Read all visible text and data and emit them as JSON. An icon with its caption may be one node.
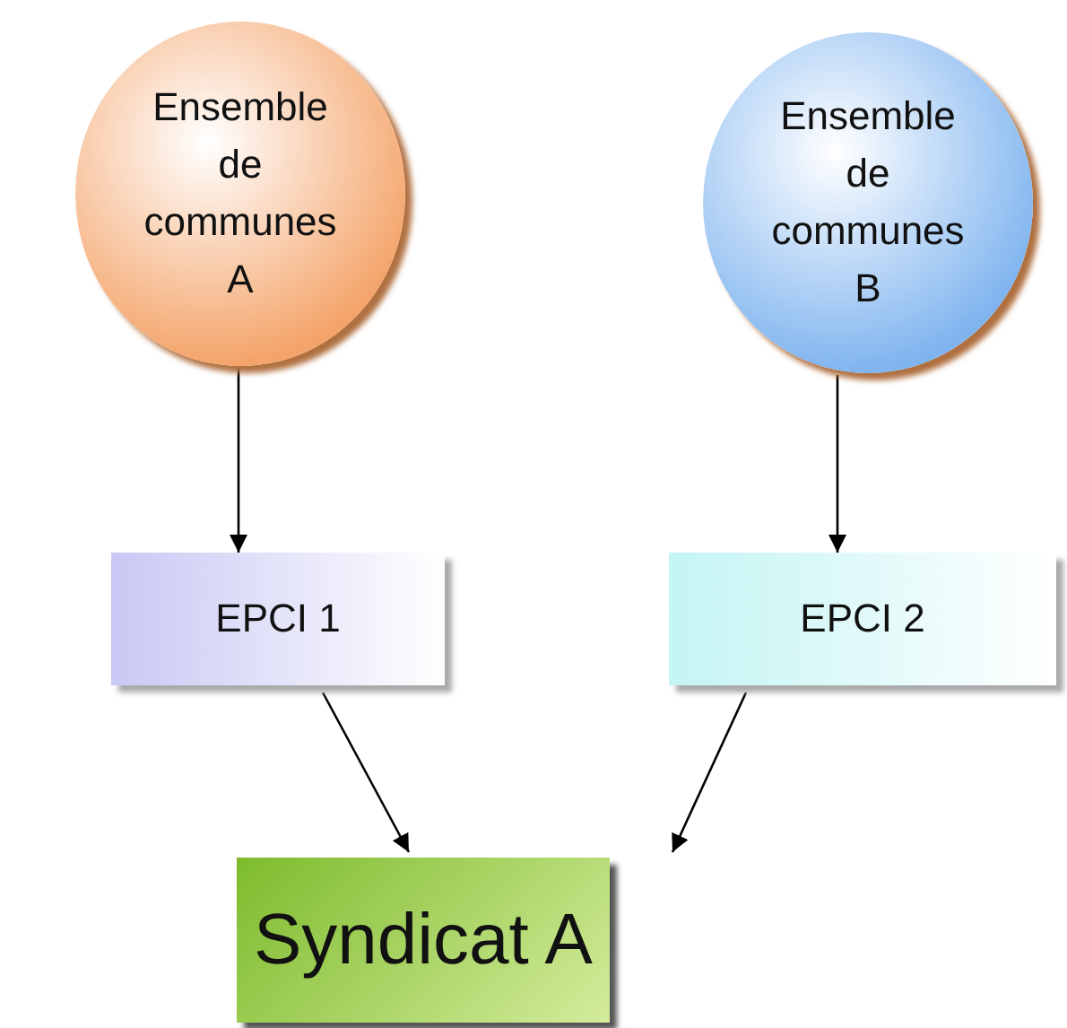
{
  "diagram": {
    "nodes": [
      {
        "text": [
          "Ensemble de communes A"
        ]
      },
      {
        "text": [
          "Ensemble de communes B"
        ]
      },
      {
        "text": [
          "EPCI 1"
        ]
      },
      {
        "text": [
          "EPCI 2"
        ]
      },
      {
        "text": [
          "Syndicat A"
        ]
      }
    ],
    "edges": [
      {
        "from": 0,
        "to": 2,
        "arrow": "to"
      },
      {
        "from": 1,
        "to": 3,
        "arrow": "to"
      },
      {
        "from": 2,
        "to": 4,
        "arrow": "to"
      },
      {
        "from": 3,
        "to": 4,
        "arrow": "to"
      }
    ]
  }
}
